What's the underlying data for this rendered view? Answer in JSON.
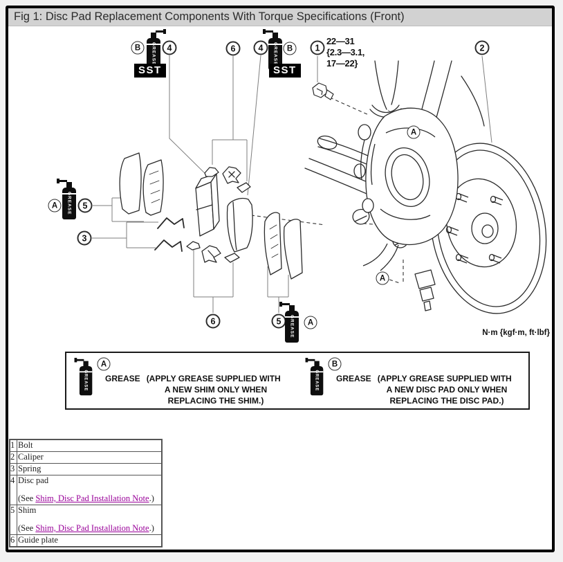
{
  "window": {
    "title": "Fig 1: Disc Pad Replacement Components With Torque Specifications (Front)"
  },
  "colors": {
    "titlebar_bg": "#d2d2d2",
    "frame_border": "#000000",
    "link": "#990099",
    "line_art": "#2a2a2a"
  },
  "diagram": {
    "callouts": {
      "one": "1",
      "two": "2",
      "three": "3",
      "four": "4",
      "five": "5",
      "six": "6",
      "a": "A",
      "b": "B"
    },
    "sst_label": "SST",
    "grease_can_label": "GREASE",
    "torque_spec_lines": [
      "22—31",
      "{2.3—3.1,",
      "17—22}"
    ],
    "units_label": "N·m {kgf·m, ft·lbf}"
  },
  "legend": {
    "items": [
      {
        "letter": "A",
        "label": "GREASE",
        "note_lines": [
          "(APPLY GREASE SUPPLIED WITH",
          "A NEW SHIM ONLY WHEN",
          "REPLACING THE SHIM.)"
        ]
      },
      {
        "letter": "B",
        "label": "GREASE",
        "note_lines": [
          "(APPLY GREASE SUPPLIED WITH",
          "A NEW DISC PAD ONLY WHEN",
          "REPLACING THE DISC PAD.)"
        ]
      }
    ]
  },
  "parts_table": {
    "rows": [
      {
        "num": "1",
        "label": "Bolt"
      },
      {
        "num": "2",
        "label": "Caliper"
      },
      {
        "num": "3",
        "label": "Spring"
      },
      {
        "num": "4",
        "label": "Disc pad",
        "see_prefix": "(See ",
        "link_label": "Shim, Disc Pad Installation Note",
        "see_suffix": ".)"
      },
      {
        "num": "5",
        "label": "Shim",
        "see_prefix": "(See ",
        "link_label": "Shim, Disc Pad Installation Note",
        "see_suffix": ".)"
      },
      {
        "num": "6",
        "label": "Guide plate"
      }
    ]
  }
}
